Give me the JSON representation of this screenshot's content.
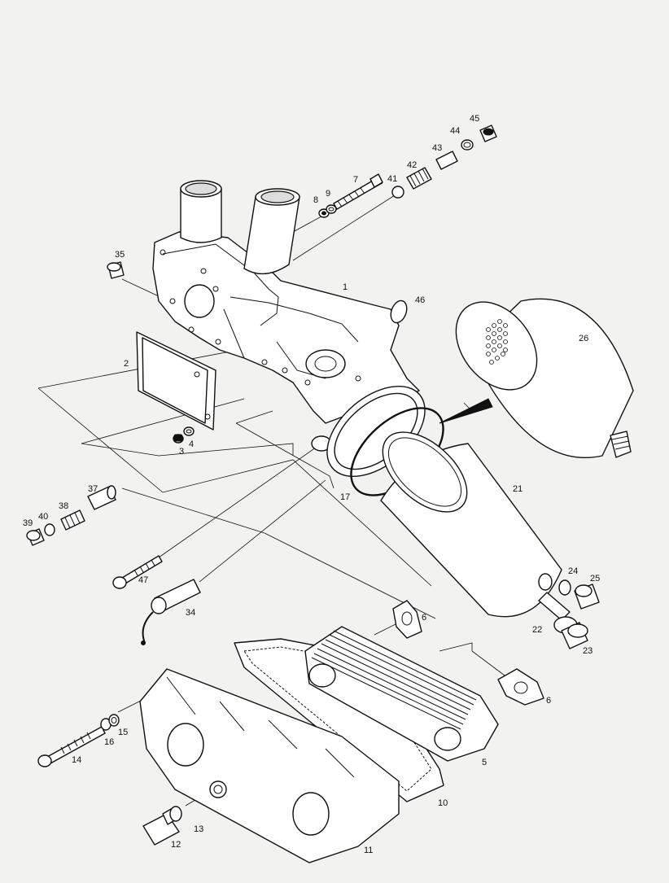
{
  "callouts": [
    {
      "id": "c1",
      "text": "1"
    },
    {
      "id": "c2",
      "text": "2"
    },
    {
      "id": "c3",
      "text": "3"
    },
    {
      "id": "c4",
      "text": "4"
    },
    {
      "id": "c5",
      "text": "5"
    },
    {
      "id": "c6a",
      "text": "6"
    },
    {
      "id": "c6b",
      "text": "6"
    },
    {
      "id": "c7",
      "text": "7"
    },
    {
      "id": "c8",
      "text": "8"
    },
    {
      "id": "c9",
      "text": "9"
    },
    {
      "id": "c10",
      "text": "10"
    },
    {
      "id": "c11",
      "text": "11"
    },
    {
      "id": "c12",
      "text": "12"
    },
    {
      "id": "c13",
      "text": "13"
    },
    {
      "id": "c14",
      "text": "14"
    },
    {
      "id": "c15",
      "text": "15"
    },
    {
      "id": "c16",
      "text": "16"
    },
    {
      "id": "c17",
      "text": "17"
    },
    {
      "id": "c21",
      "text": "21"
    },
    {
      "id": "c22",
      "text": "22"
    },
    {
      "id": "c23",
      "text": "23"
    },
    {
      "id": "c24",
      "text": "24"
    },
    {
      "id": "c25",
      "text": "25"
    },
    {
      "id": "c26",
      "text": "26"
    },
    {
      "id": "c34",
      "text": "34"
    },
    {
      "id": "c35",
      "text": "35"
    },
    {
      "id": "c37",
      "text": "37"
    },
    {
      "id": "c38",
      "text": "38"
    },
    {
      "id": "c39",
      "text": "39"
    },
    {
      "id": "c40",
      "text": "40"
    },
    {
      "id": "c41",
      "text": "41"
    },
    {
      "id": "c42",
      "text": "42"
    },
    {
      "id": "c43",
      "text": "43"
    },
    {
      "id": "c44",
      "text": "44"
    },
    {
      "id": "c45",
      "text": "45"
    },
    {
      "id": "c46",
      "text": "46"
    },
    {
      "id": "c47",
      "text": "47"
    }
  ]
}
